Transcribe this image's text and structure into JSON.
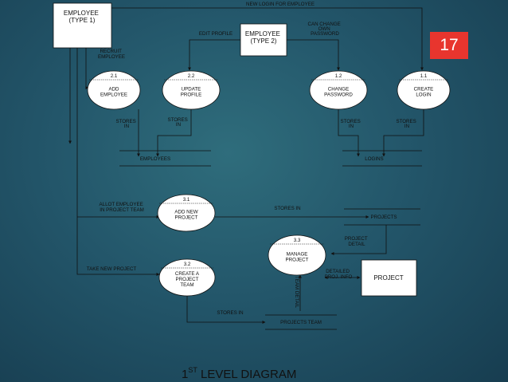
{
  "slide_number": "17",
  "entities": {
    "employee_type1": [
      "EMPLOYEE",
      "(TYPE 1)"
    ],
    "employee_type2": [
      "EMPLOYEE",
      "(TYPE 2)"
    ],
    "project": [
      "PROJECT"
    ]
  },
  "processes": {
    "p21": {
      "id": "2.1",
      "lines": [
        "ADD",
        "EMPLOYEE"
      ]
    },
    "p22": {
      "id": "2.2",
      "lines": [
        "UPDATE",
        "PROFILE"
      ]
    },
    "p12": {
      "id": "1.2",
      "lines": [
        "CHANGE",
        "PASSWORD"
      ]
    },
    "p11": {
      "id": "1.1",
      "lines": [
        "CREATE",
        "LOGIN"
      ]
    },
    "p31": {
      "id": "3.1",
      "lines": [
        "ADD NEW",
        "PROJECT"
      ]
    },
    "p33": {
      "id": "3.3",
      "lines": [
        "MANAGE",
        "PROJECT"
      ]
    },
    "p32": {
      "id": "3.2",
      "lines": [
        "CREATE A",
        "PROJECT",
        "TEAM"
      ]
    }
  },
  "stores": {
    "employees": "EMPLOYEES",
    "logins": "LOGINS",
    "projects": "PROJECTS",
    "projects_team": "PROJECTS TEAM"
  },
  "flows": {
    "new_login": [
      "NEW LOGIN FOR EMPLOYEE"
    ],
    "edit_profile": [
      "EDIT PROFILE"
    ],
    "can_change": [
      "CAN CHANGE",
      "OWN",
      "PASSWORD"
    ],
    "recruit": [
      "RECRUIT",
      "EMPLOYEE"
    ],
    "stores_in_21": [
      "STORES",
      "IN"
    ],
    "stores_in_22": [
      "STORES",
      "IN"
    ],
    "stores_in_12": [
      "STORES",
      "IN"
    ],
    "stores_in_11": [
      "STORES",
      "IN"
    ],
    "allot": [
      "ALLOT EMPLOYEE",
      "IN PROJECT TEAM"
    ],
    "stores_in_31": [
      "STORES IN"
    ],
    "project_detail": [
      "PROJECT",
      "DETAIL"
    ],
    "take_new_project": [
      "TAKE NEW PROJECT"
    ],
    "detailed_info": [
      "DETAILED",
      "PROJ. INFO"
    ],
    "team_detail": [
      "TEAM DETAIL"
    ],
    "stores_in_32": [
      "STORES IN"
    ]
  },
  "title": {
    "main": "1",
    "sup": "ST",
    "rest": " LEVEL DIAGRAM"
  }
}
